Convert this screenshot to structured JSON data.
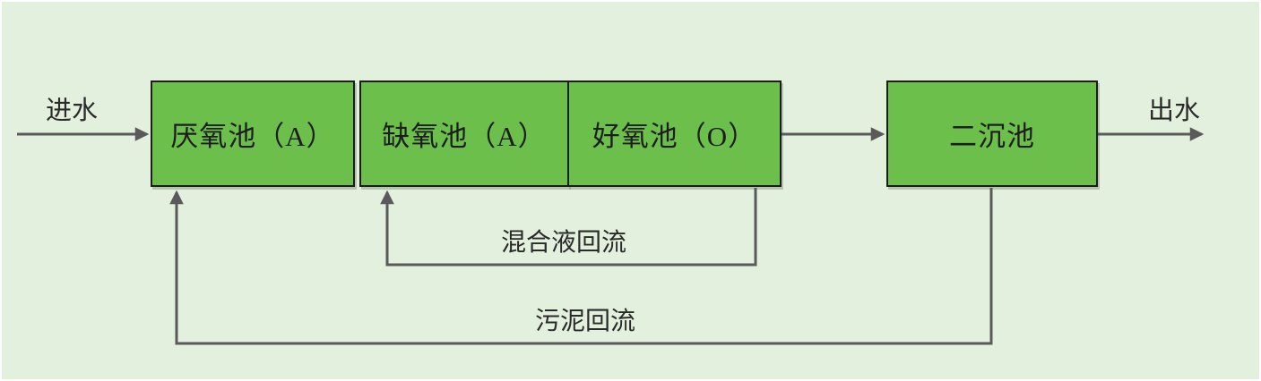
{
  "diagram": {
    "nodes": [
      {
        "id": "anaerobic-tank",
        "label": "厌氧池（A）"
      },
      {
        "id": "anoxic-tank",
        "label": "缺氧池（A）"
      },
      {
        "id": "aerobic-tank",
        "label": "好氧池（O）"
      },
      {
        "id": "secondary-clarifier",
        "label": "二沉池"
      }
    ],
    "flows": {
      "inlet_label": "进水",
      "outlet_label": "出水",
      "mixed_liquor_return_label": "混合液回流",
      "sludge_return_label": "污泥回流"
    },
    "colors": {
      "background": "#e3f0de",
      "node_fill": "#6dbf4b",
      "node_border": "#1c1c1c",
      "arrow_line": "#5a5a5a",
      "text": "#1f1f1f"
    }
  }
}
